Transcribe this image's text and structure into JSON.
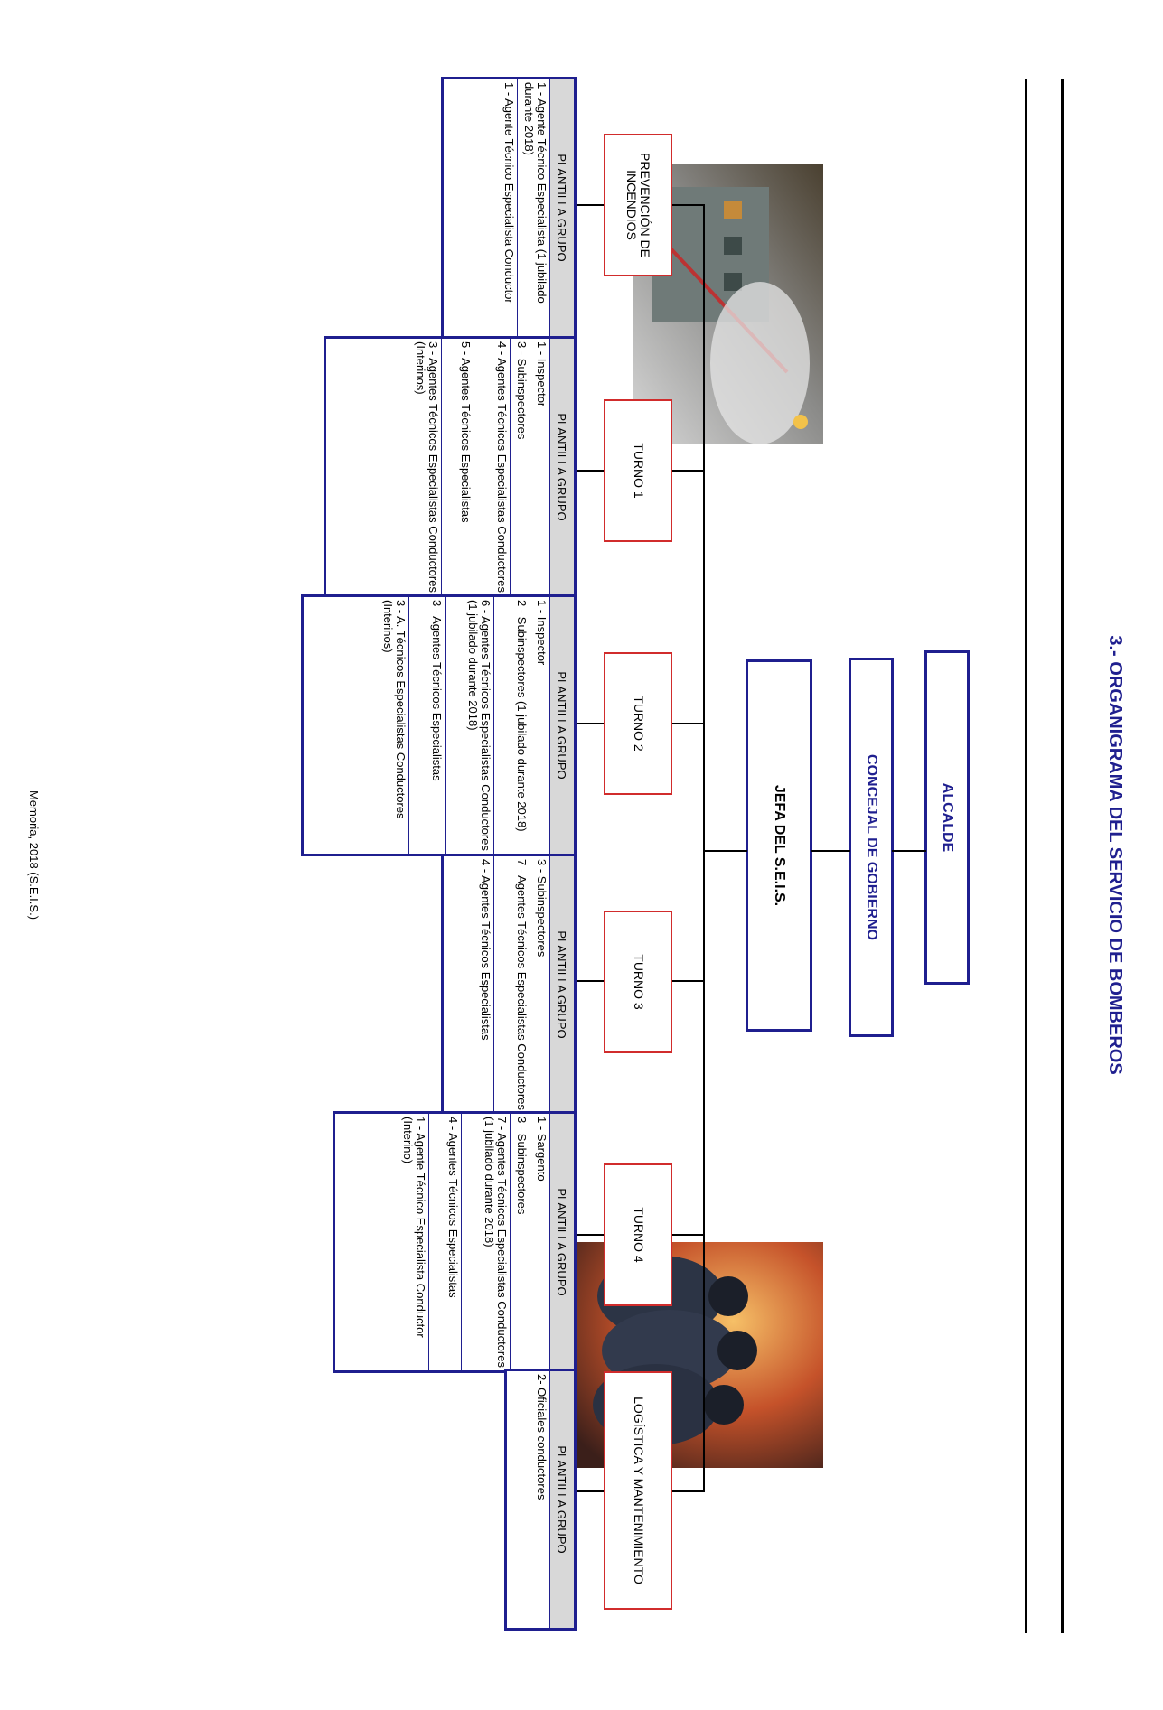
{
  "title": "3.- ORGANIGRAMA DEL SERVICIO DE BOMBEROS",
  "hierarchy": {
    "alcalde": "ALCALDE",
    "concejal": "CONCEJAL DE GOBIERNO",
    "jefa": "JEFA DEL S.E.I.S."
  },
  "units": [
    {
      "name": "PREVENCIÓN DE INCENDIOS",
      "header": "PLANTILLA GRUPO",
      "staff": [
        "1 - Agente Técnico Especialista (1 jubilado durante 2018)",
        "1 - Agente Técnico Especialista Conductor"
      ]
    },
    {
      "name": "TURNO 1",
      "header": "PLANTILLA GRUPO",
      "staff": [
        "1 - Inspector",
        "3 - Subinspectores",
        "4 - Agentes Técnicos Especialistas Conductores",
        "5 - Agentes Técnicos Especialistas",
        "3 - Agentes Técnicos Especialistas Conductores (Interinos)"
      ]
    },
    {
      "name": "TURNO 2",
      "header": "PLANTILLA GRUPO",
      "staff": [
        "1 - Inspector",
        "2 - Subinspectores (1 jubilado durante 2018)",
        "6 - Agentes Técnicos Especialistas Conductores (1 jubilado durante 2018)",
        "3 - Agentes Técnicos Especialistas",
        "3 - A. Técnicos Especialistas Conductores (Interinos)"
      ]
    },
    {
      "name": "TURNO 3",
      "header": "PLANTILLA GRUPO",
      "staff": [
        "3 - Subinspectores",
        "7 - Agentes Técnicos Especialistas Conductores",
        "4 - Agentes Técnicos Especialistas"
      ]
    },
    {
      "name": "TURNO 4",
      "header": "PLANTILLA GRUPO",
      "staff": [
        "1 - Sargento",
        "3 - Subinspectores",
        "7 - Agentes Técnicos Especialistas Conductores (1 jubilado durante 2018)",
        "4 - Agentes Técnicos Especialistas",
        "1 - Agente Técnico Especialista Conductor (Interino)"
      ]
    },
    {
      "name": "LOGÍSTICA Y MANTENIMIENTO",
      "header": "PLANTILLA GRUPO",
      "staff": [
        "2- Oficiales conductores"
      ]
    }
  ],
  "footer": "Memoria, 2018 (S.E.I.S.)",
  "colors": {
    "title": "#1f1f8f",
    "box_blue": "#1f1f8f",
    "box_red": "#d12c2c",
    "header_grey": "#d8d8d8"
  }
}
